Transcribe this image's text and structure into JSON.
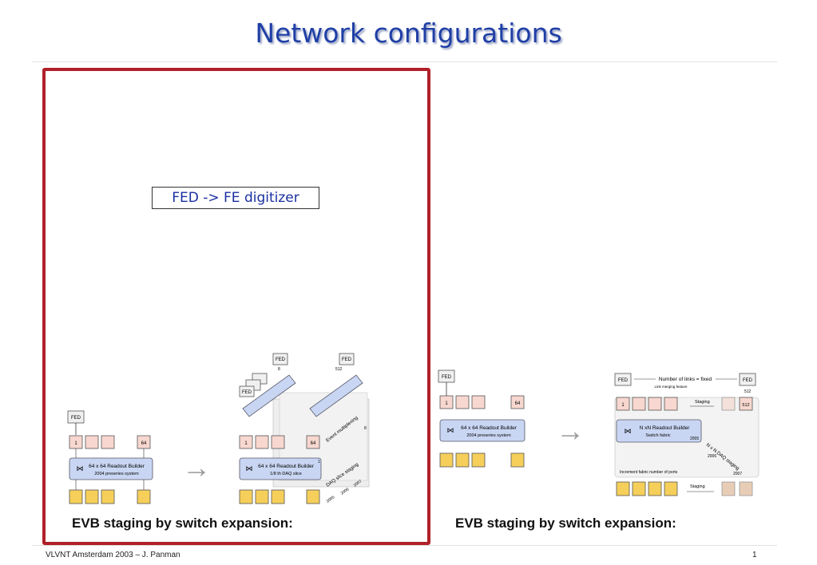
{
  "slide": {
    "title": "Network configurations",
    "fed_label": "FED -> FE digitizer",
    "caption_left": "EVB staging by switch expansion:",
    "caption_right": "EVB staging by switch expansion:",
    "footer_left": "VLVNT Amsterdam 2003 – J. Panman",
    "page_number": "1"
  },
  "diagrams": {
    "d1": {
      "fed": "FED",
      "port_first": "1",
      "port_last": "64",
      "builder": "64 x 64 Readout Builder",
      "sub": "2004 preseries system"
    },
    "d2": {
      "fed": "FED",
      "port_first": "1",
      "port_last": "64",
      "builder": "64 x 64 Readout Builder",
      "sub": "1/8 th DAQ slice",
      "fed_8": "8",
      "fed_512": "512",
      "event_mux": "Event multiplexing",
      "daq_slice": "DAQ slice staging",
      "y2005": "2005",
      "y2006": "2006",
      "y2007": "2007",
      "num_8": "8",
      "num_1": "1"
    },
    "d3": {
      "fed": "FED",
      "port_first": "1",
      "port_last": "64",
      "builder": "64 x 64 Readout Builder",
      "sub": "2004 preseries system"
    },
    "d4": {
      "fed_left": "FED",
      "fed_right": "FED",
      "links": "Number of links = fixed",
      "link_merging": "Link merging feature",
      "port_first": "1",
      "port_last": "512",
      "port_512_top": "512",
      "staging": "Staging",
      "builder": "N xN Readout Builder",
      "sub": "Switch fabric",
      "y2005": "2005",
      "y2006": "2006",
      "y2007": "2007",
      "nxn": "N x N DAQ staging",
      "increment": "Increment fabric number of ports",
      "staging_bottom": "Staging"
    }
  },
  "colors": {
    "title": "#1f3fa6",
    "frame": "#b0202a",
    "port": "#f7d7cf",
    "builder": "#c9d6f3",
    "bottom": "#f5cf5a"
  }
}
